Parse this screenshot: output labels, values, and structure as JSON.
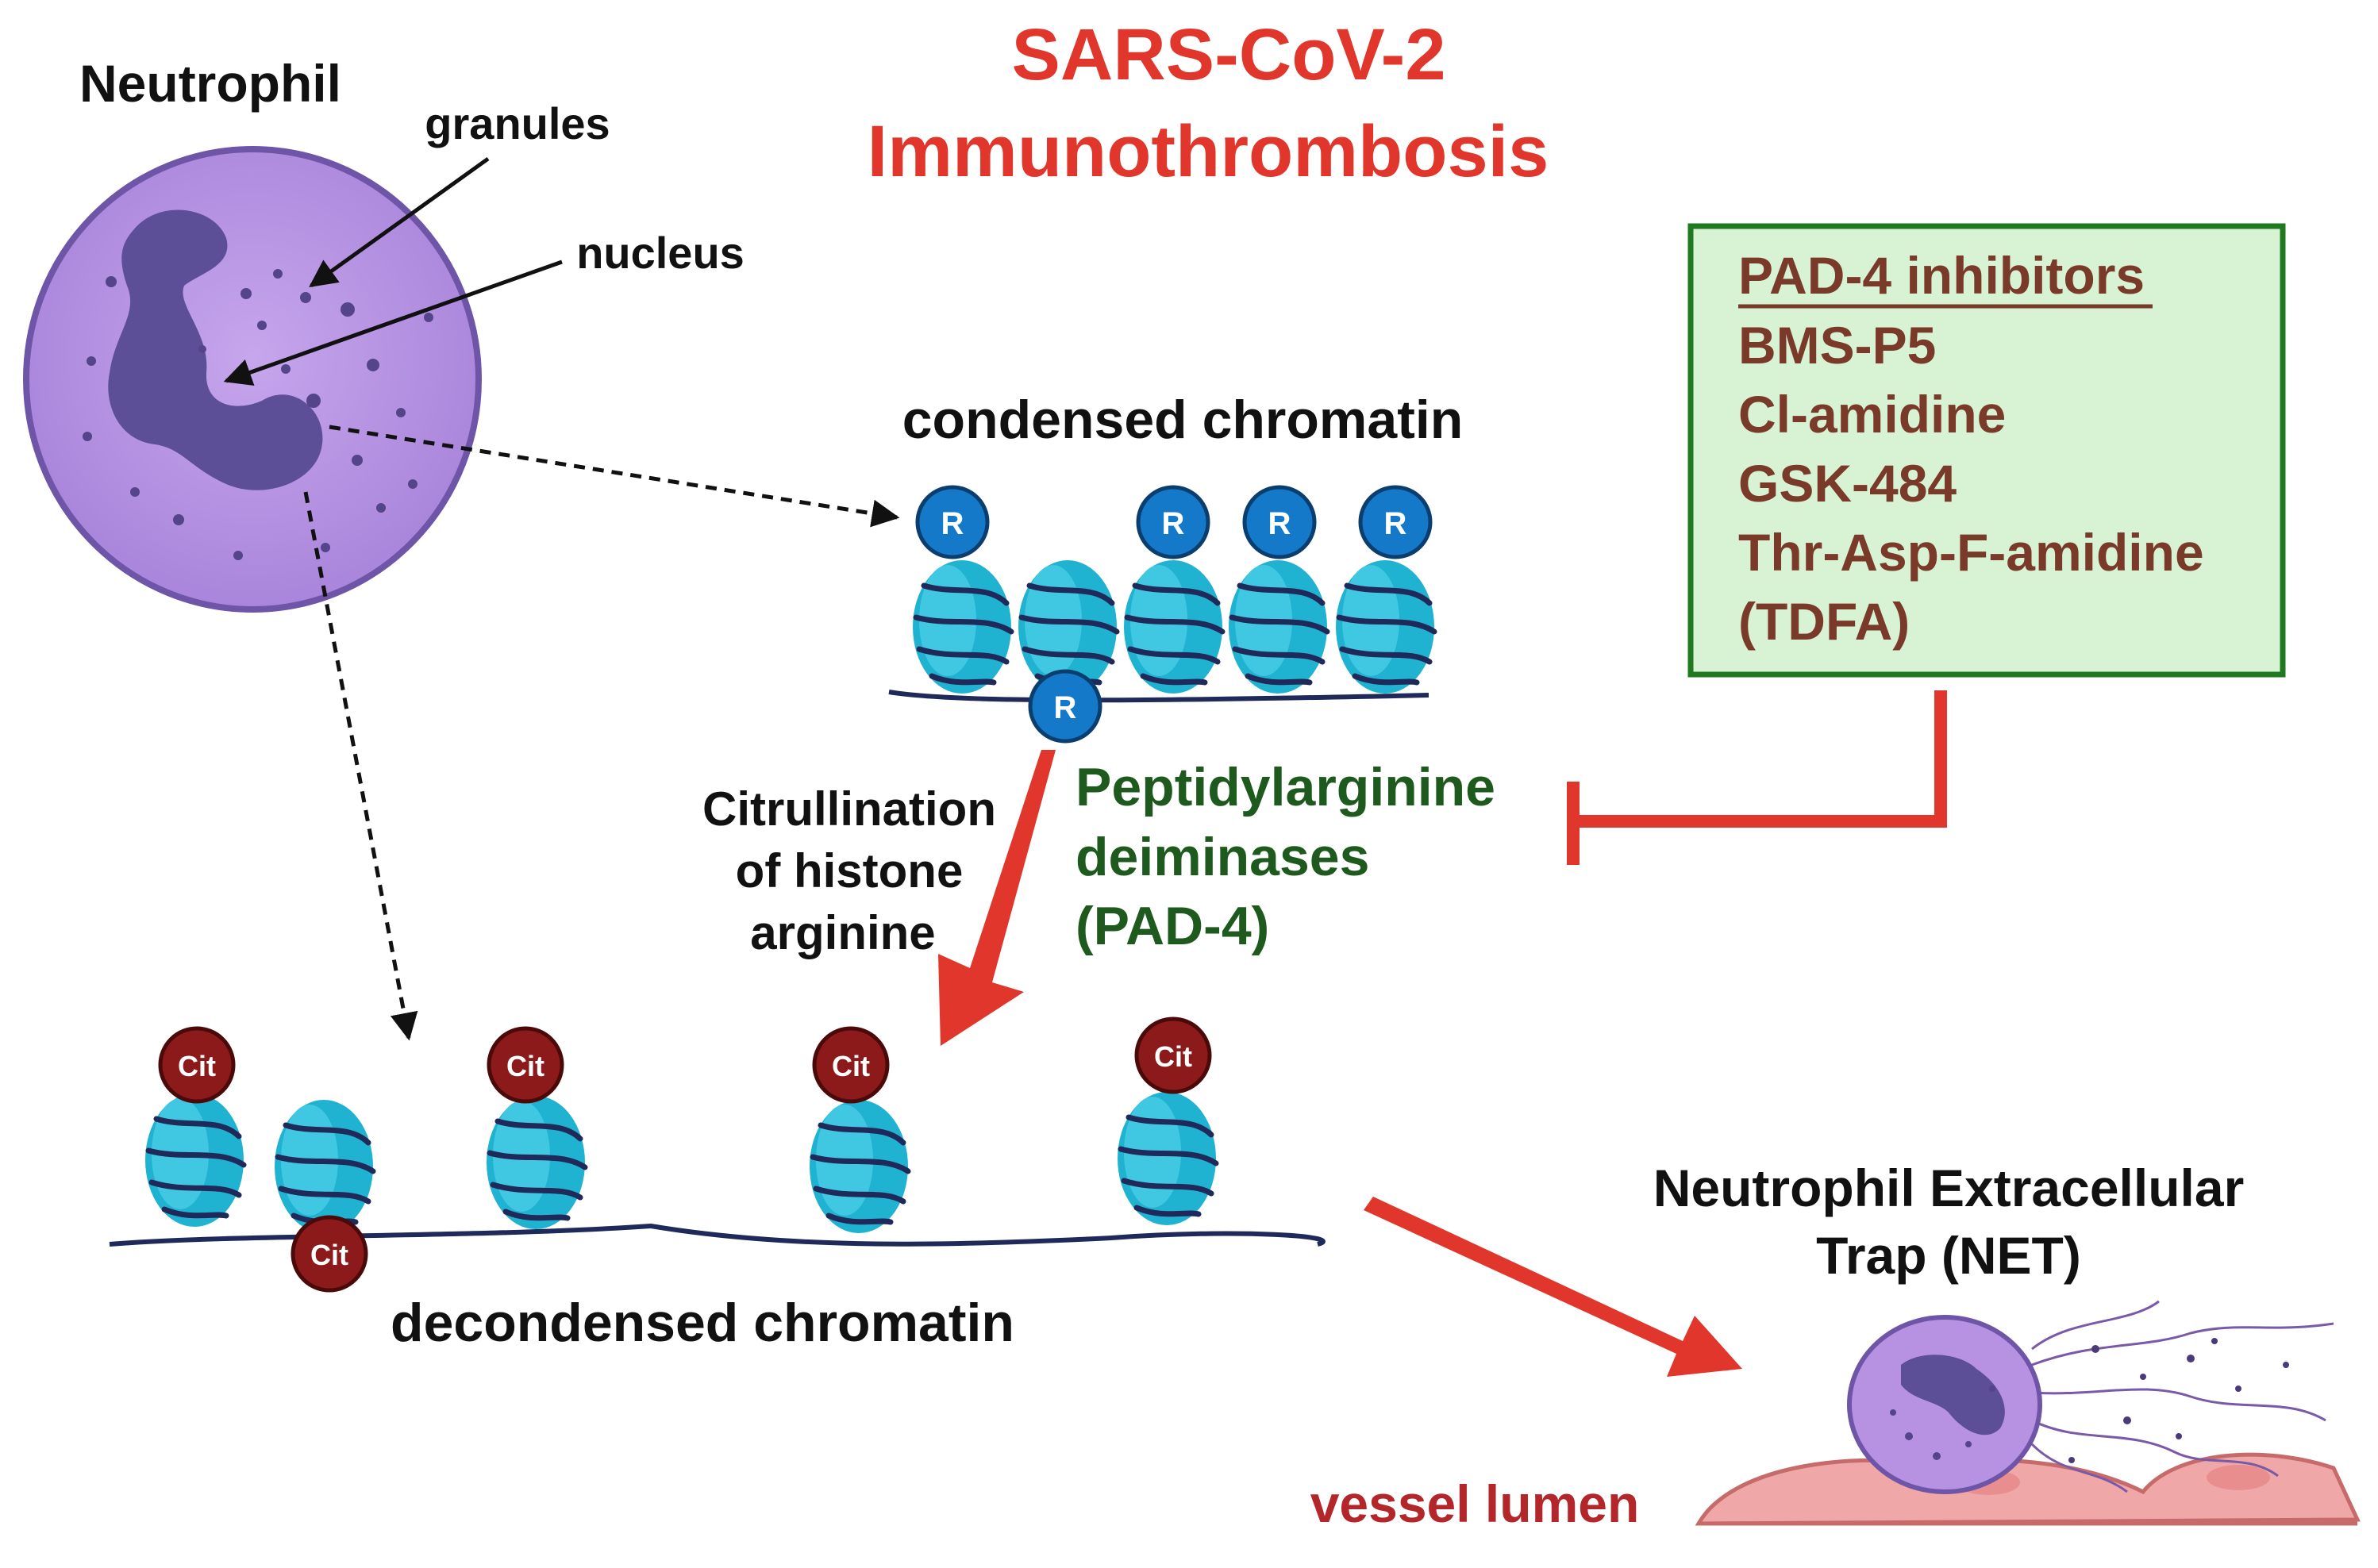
{
  "title": {
    "line1": "SARS-CoV-2",
    "line2": "Immunothrombosis"
  },
  "neutrophil": {
    "label": "Neutrophil",
    "granules_label": "granules",
    "nucleus_label": "nucleus"
  },
  "condensed": {
    "label": "condensed chromatin",
    "arginine_marker": "R"
  },
  "decondensed": {
    "label": "decondensed chromatin",
    "citrulline_marker": "Cit"
  },
  "citrullination": {
    "line1": "Citrullination",
    "line2": "of histone",
    "line3": "arginine"
  },
  "pad": {
    "line1": "Peptidylarginine",
    "line2": "deiminases",
    "line3": "(PAD-4)"
  },
  "inhibitors": {
    "heading": "PAD-4 inhibitors",
    "items": [
      "BMS-P5",
      "Cl-amidine",
      "GSK-484",
      "Thr-Asp-F-amidine",
      "(TDFA)"
    ]
  },
  "net": {
    "line1": "Neutrophil Extracellular",
    "line2": "Trap (NET)"
  },
  "vessel_label": "vessel lumen",
  "colors": {
    "title_red": "#e0362c",
    "arrow_red": "#e0362c",
    "inhibitor_text": "#7a3a2a",
    "inhibitor_box_fill": "#d8f3d4",
    "inhibitor_box_border": "#1f7a1f",
    "pad_green": "#1e5a1e",
    "vessel_red": "#b3262a",
    "nucleosome": "#1fb3d1",
    "nucleosome_dark": "#0f8fb0",
    "dna": "#1f2a5a",
    "arginine_bead": "#1479c8",
    "citrulline_bead": "#8c1a1a",
    "cell_fill": "#b792e2",
    "nucleus_fill": "#5d4e98"
  }
}
